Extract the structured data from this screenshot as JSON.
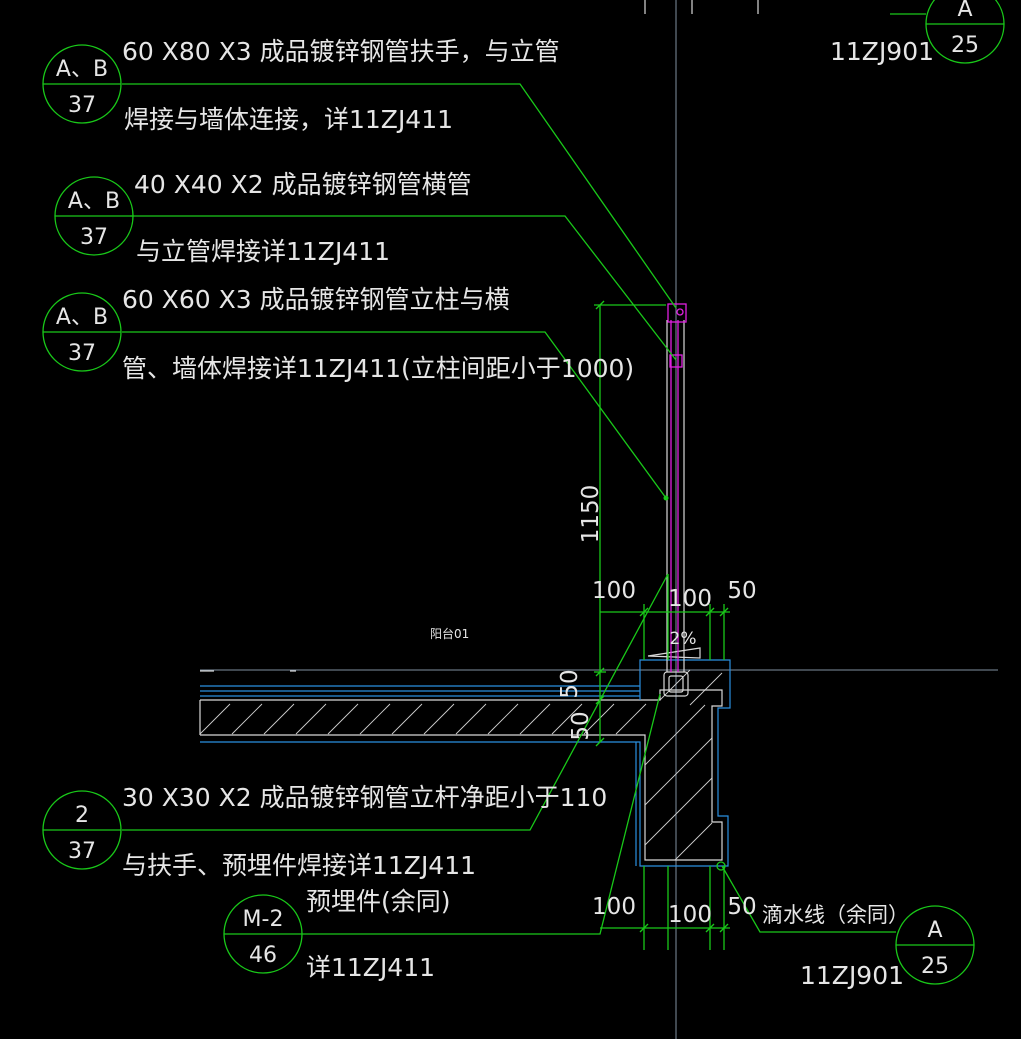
{
  "drawing": {
    "title_label": "阳台01",
    "callouts": [
      {
        "line1": "60 X80 X3 成品镀锌钢管扶手，与立管",
        "line2": "焊接与墙体连接，详11ZJ411",
        "bubble_top": "A、B",
        "bubble_bottom": "37"
      },
      {
        "line1": "40 X40 X2 成品镀锌钢管横管",
        "line2": "与立管焊接详11ZJ411",
        "bubble_top": "A、B",
        "bubble_bottom": "37"
      },
      {
        "line1": "60 X60 X3 成品镀锌钢管立柱与横",
        "line2": "管、墙体焊接详11ZJ411(立柱间距小于1000)",
        "bubble_top": "A、B",
        "bubble_bottom": "37"
      },
      {
        "line1": "30 X30 X2 成品镀锌钢管立杆净距小于110",
        "line2": "与扶手、预埋件焊接详11ZJ411",
        "bubble_top": "2",
        "bubble_bottom": "37"
      },
      {
        "line1": "预埋件(余同)",
        "line2": "详11ZJ411",
        "bubble_top": "M-2",
        "bubble_bottom": "46"
      },
      {
        "line1": "滴水线（余同）",
        "line2": "11ZJ901",
        "bubble_top": "A",
        "bubble_bottom": "25"
      }
    ],
    "top_ref": {
      "line2": "11ZJ901",
      "bubble_top": "A",
      "bubble_bottom": "25"
    },
    "dimensions": {
      "railing_height": "1150",
      "top_left": "100",
      "top_mid": "100",
      "top_right": "50",
      "slope": "2%",
      "finish_layer": "50",
      "slab_thickness": "50",
      "bottom_left": "100",
      "bottom_mid": "100",
      "bottom_right": "50"
    }
  }
}
